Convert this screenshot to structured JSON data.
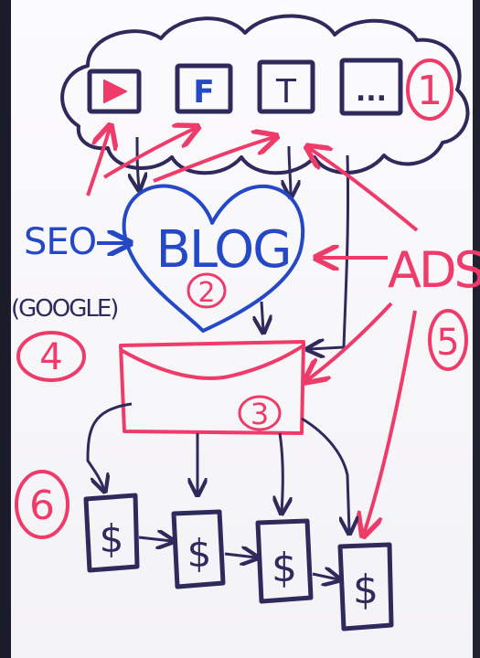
{
  "colors": {
    "navy": "#2e2a5c",
    "blue": "#2448c6",
    "pink": "#ee3b6a"
  },
  "social": {
    "youtube_icon": "play-triangle-icon",
    "facebook_label": "F",
    "twitter_label": "T",
    "more_label": "...",
    "step": "1"
  },
  "blog": {
    "label": "BLOG",
    "step": "2"
  },
  "email": {
    "icon": "envelope-icon",
    "step": "3"
  },
  "seo": {
    "label": "SEO",
    "google_label": "(GOOGLE)",
    "step": "4"
  },
  "ads": {
    "label": "ADS",
    "step": "5"
  },
  "revenue": {
    "items": [
      "$",
      "$",
      "$",
      "$"
    ],
    "step": "6"
  }
}
